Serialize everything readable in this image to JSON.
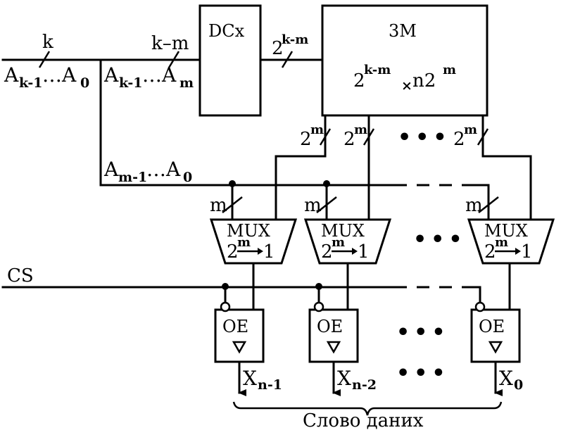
{
  "labels": {
    "k": "k",
    "k_minus_m": "k–m",
    "addr_in_A": "A",
    "addr_in_sub_hi": "k-1",
    "addr_in_dots": "…A",
    "addr_in_sub_lo": "0",
    "addr_hi_A": "A",
    "addr_hi_sub_hi": "k-1",
    "addr_hi_dots": "…A",
    "addr_hi_sub_lo": "m",
    "addr_lo_A": "A",
    "addr_lo_sub_hi": "m-1",
    "addr_lo_dots": "…A",
    "addr_lo_sub_lo": "0",
    "dc_bus_base": "2",
    "dc_bus_exp": "k-m",
    "word_base": "2",
    "word_exp": "m",
    "m": "m",
    "cs": "CS",
    "out_x": "X",
    "out0_sub": "n-1",
    "out1_sub": "n-2",
    "out2_sub": "0",
    "word_label": "Слово даних",
    "ellipsis": "•••"
  },
  "blocks": {
    "decoder": "DCx",
    "memory_title": "3M",
    "memory_size_base": "2",
    "memory_size_exp1": "k-m",
    "memory_size_times": "×",
    "memory_size_n2": "n2",
    "memory_size_exp2": "m",
    "mux": "MUX",
    "mux_ratio_base": "2",
    "mux_ratio_exp": "m",
    "mux_ratio_one": "1",
    "oe": "OE"
  }
}
